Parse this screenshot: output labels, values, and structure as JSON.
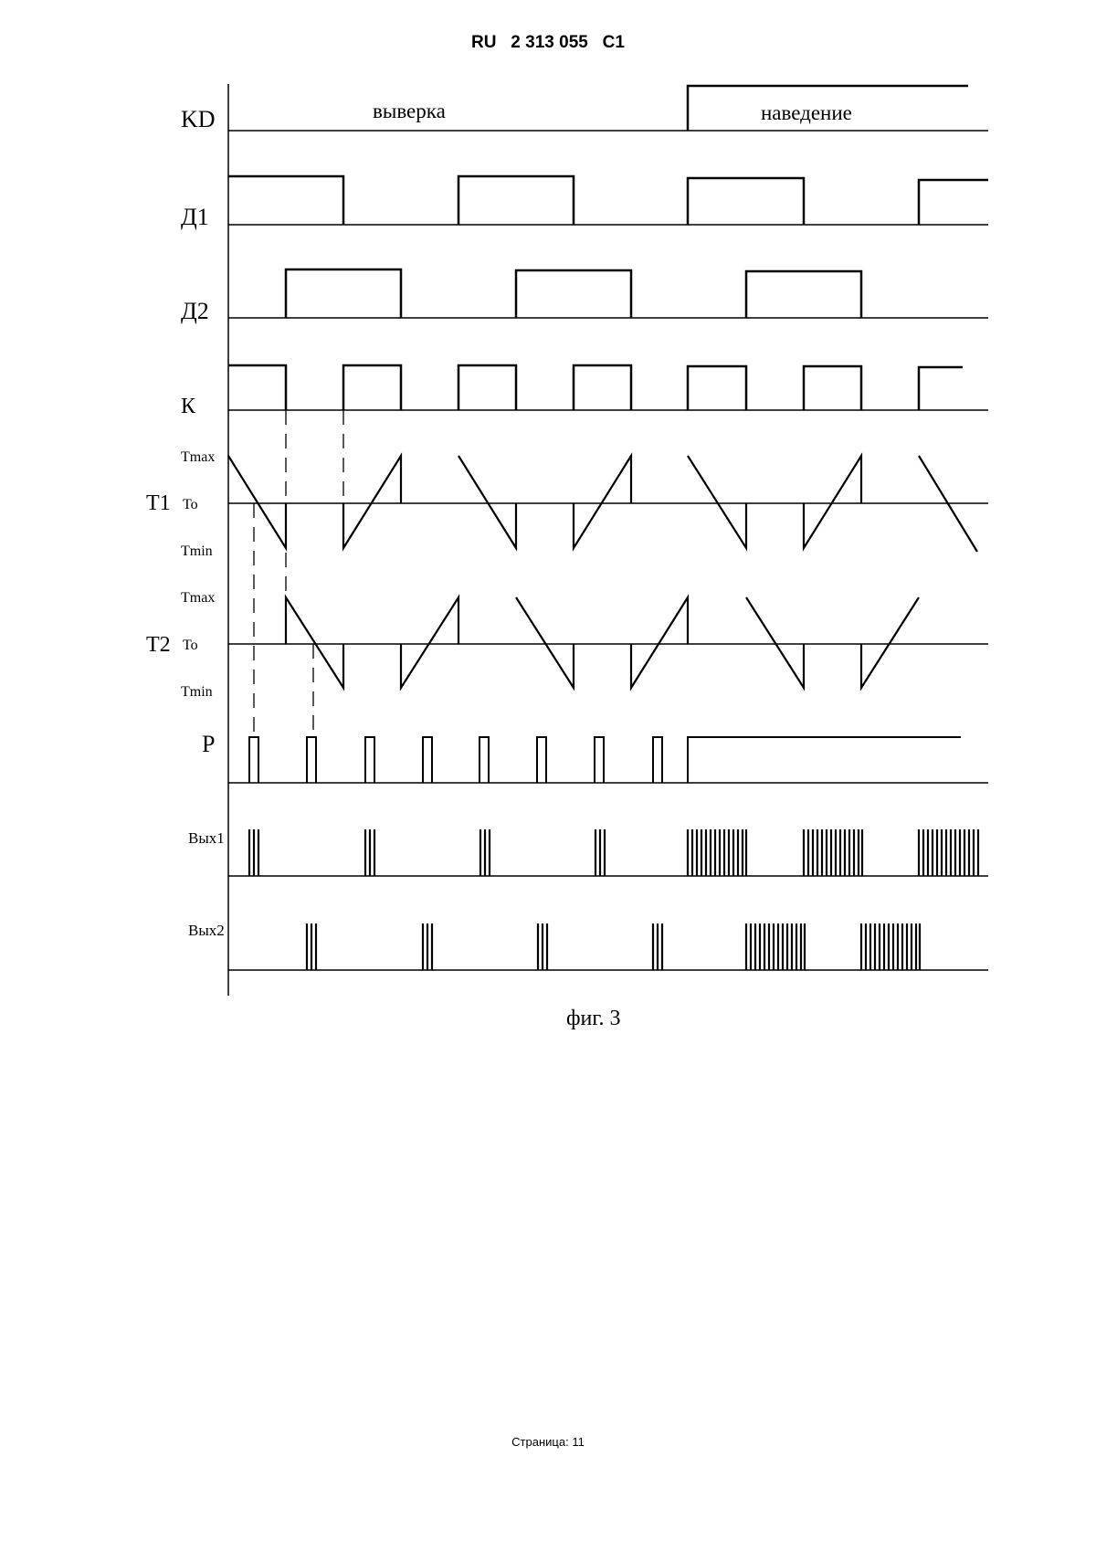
{
  "document": {
    "header": "RU   2 313 055   C1",
    "footer": "Страница: 11"
  },
  "diagram": {
    "caption": "фиг. 3",
    "mode_labels": {
      "alignment": "выверка",
      "guidance": "наведение"
    },
    "signals": {
      "kd": "KD",
      "d1": "Д1",
      "d2": "Д2",
      "k": "К",
      "t1": "T1",
      "t2": "T2",
      "p": "Р",
      "out1": "Вых1",
      "out2": "Вых2"
    },
    "levels": {
      "max": "Tmax",
      "zero": "To",
      "min": "Tmin"
    }
  }
}
